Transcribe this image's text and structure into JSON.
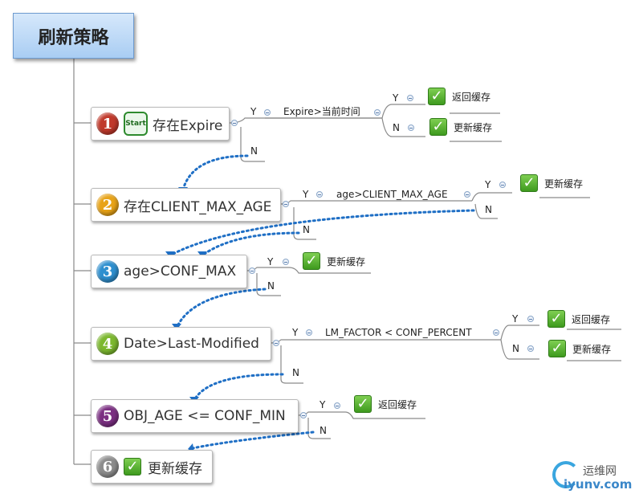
{
  "root": {
    "title": "刷新策略"
  },
  "nodes": [
    {
      "num": "1",
      "label": "存在Expire",
      "color": "#c0392b",
      "start_icon": "Start"
    },
    {
      "num": "2",
      "label": "存在CLIENT_MAX_AGE",
      "color": "#e8a317"
    },
    {
      "num": "3",
      "label": "age>CONF_MAX",
      "color": "#2e8fcf"
    },
    {
      "num": "4",
      "label": "Date>Last-Modified",
      "color": "#7cb82f"
    },
    {
      "num": "5",
      "label": "OBJ_AGE <= CONF_MIN",
      "color": "#7b2f82"
    },
    {
      "num": "6",
      "label": "更新缓存",
      "color": "#8c8c8c"
    }
  ],
  "branches": {
    "n1": {
      "y": "Y",
      "cond": "Expire>当前时间",
      "n": "N",
      "yy": "Y",
      "yy_leaf": "返回缓存",
      "yn": "N",
      "yn_leaf": "更新缓存"
    },
    "n2": {
      "y": "Y",
      "cond": "age>CLIENT_MAX_AGE",
      "n": "N",
      "yy": "Y",
      "yy_leaf": "更新缓存",
      "yn": "N"
    },
    "n3": {
      "y": "Y",
      "y_leaf": "更新缓存",
      "n": "N"
    },
    "n4": {
      "y": "Y",
      "cond": "LM_FACTOR < CONF_PERCENT",
      "n": "N",
      "yy": "Y",
      "yy_leaf": "返回缓存",
      "yn": "N",
      "yn_leaf": "更新缓存"
    },
    "n5": {
      "y": "Y",
      "y_leaf": "返回缓存",
      "n": "N"
    }
  },
  "watermark": {
    "line1": "运维网",
    "line2": "iyunv.com"
  },
  "colors": {
    "arrow": "#1f6fc5",
    "line": "#8a8a8a",
    "check": "#4caf2a"
  }
}
